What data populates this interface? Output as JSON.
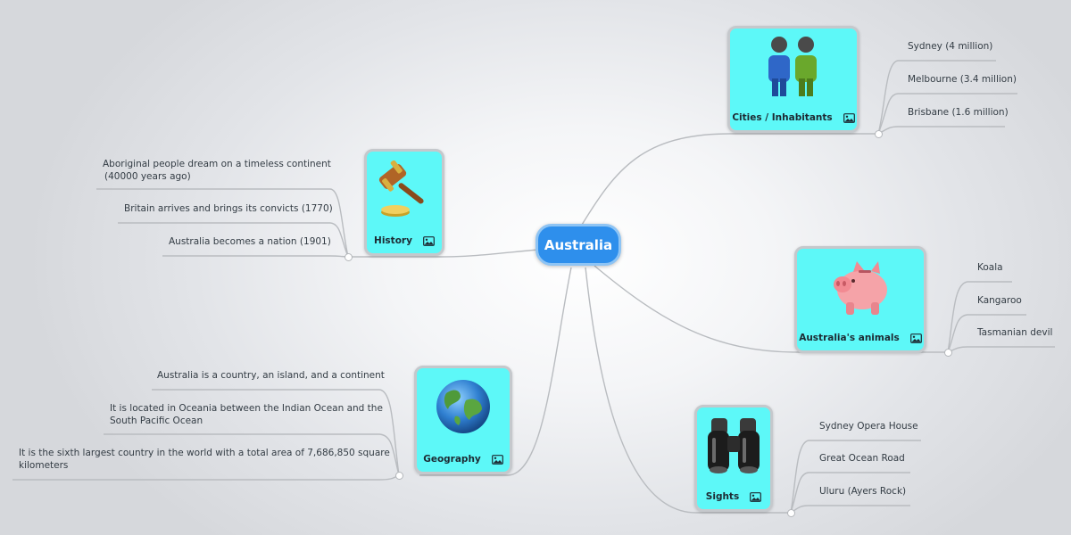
{
  "central": {
    "label": "Australia"
  },
  "topics": [
    {
      "id": "cities",
      "title": "Cities / Inhabitants",
      "icon": "people-icon",
      "leaves": [
        "Sydney (4 million)",
        "Melbourne (3.4 million)",
        "Brisbane (1.6 million)"
      ]
    },
    {
      "id": "animals",
      "title": "Australia's animals",
      "icon": "piggy-bank-icon",
      "leaves": [
        "Koala",
        "Kangaroo",
        "Tasmanian devil"
      ]
    },
    {
      "id": "sights",
      "title": "Sights",
      "icon": "binoculars-icon",
      "leaves": [
        "Sydney Opera House",
        "Great Ocean Road",
        "Uluru (Ayers Rock)"
      ]
    },
    {
      "id": "history",
      "title": "History",
      "icon": "gavel-icon",
      "leaves": [
        "Aboriginal people dream on a timeless continent",
        "(40000 years ago)",
        "Britain arrives and brings its convicts (1770)",
        "Australia becomes a nation (1901)"
      ]
    },
    {
      "id": "geography",
      "title": "Geography",
      "icon": "globe-icon",
      "leaves": [
        "Australia is a country, an island, and a continent",
        "It is located in Oceania between the Indian Ocean and the",
        "South Pacific Ocean",
        "It is the sixth largest country in the world with a total area of 7,686,850 square",
        "kilometers"
      ]
    }
  ],
  "colors": {
    "central": "#2e8fec",
    "card": "#5df8f8",
    "line": "#b9bcc0"
  }
}
